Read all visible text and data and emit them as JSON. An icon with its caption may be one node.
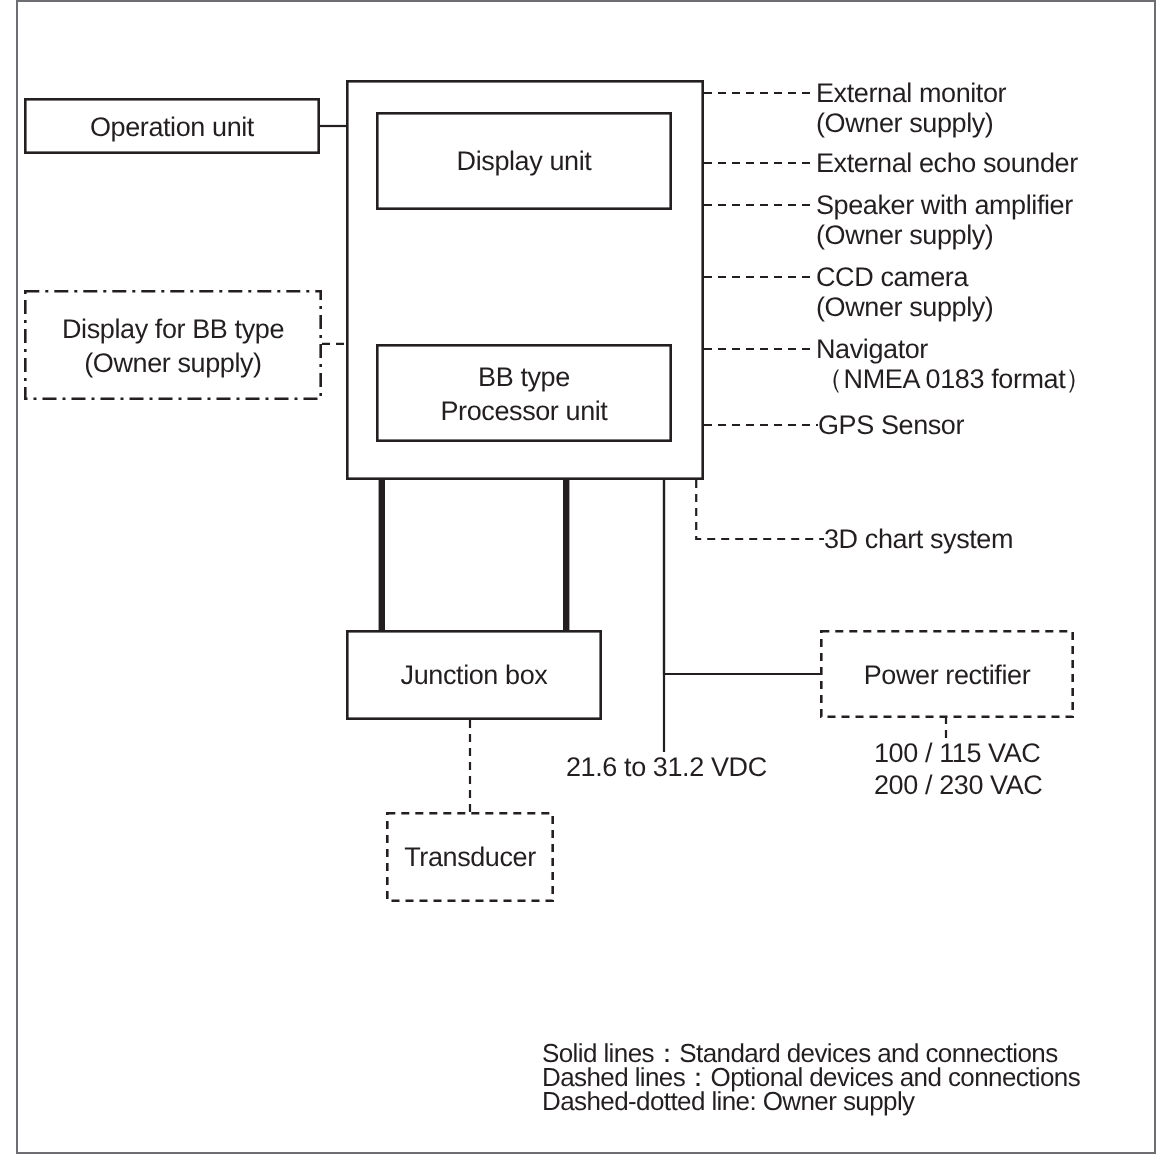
{
  "diagram": {
    "nodes": [
      {
        "text": [
          "Operation unit"
        ]
      },
      {
        "text": [],
        "shape": "box"
      },
      {
        "text": [
          "Display unit"
        ],
        "in": 1
      },
      {
        "text": [
          "BB type Processor unit"
        ],
        "in": 1
      },
      {
        "text": [
          "Display for BB type",
          "(Owner supply)"
        ]
      },
      {
        "text": [
          "External monitor",
          "(Owner supply)"
        ]
      },
      {
        "text": [
          "External echo sounder"
        ]
      },
      {
        "text": [
          "Speaker with amplifier",
          "(Owner supply)"
        ]
      },
      {
        "text": [
          "CCD camera",
          "(Owner supply)"
        ]
      },
      {
        "text": [
          "Navigator",
          "（NMEA 0183 format）"
        ]
      },
      {
        "text": [
          "GPS Sensor"
        ]
      },
      {
        "text": [
          "3D chart system"
        ]
      },
      {
        "text": [
          "Junction box"
        ]
      },
      {
        "text": [
          "Power rectifier"
        ]
      },
      {
        "text": [
          "21.6 to 31.2 VDC"
        ]
      },
      {
        "text": [
          "100 / 115 VAC",
          "200 / 230 VAC"
        ]
      },
      {
        "text": [
          "Transducer"
        ]
      }
    ],
    "edges": [
      {
        "from": 0,
        "to": 1,
        "arrow": "none"
      },
      {
        "from": 4,
        "to": 1,
        "arrow": "none",
        "style": "dashed"
      },
      {
        "from": 1,
        "to": 5,
        "arrow": "none",
        "style": "dashed"
      },
      {
        "from": 1,
        "to": 6,
        "arrow": "none",
        "style": "dashed"
      },
      {
        "from": 1,
        "to": 7,
        "arrow": "none",
        "style": "dashed"
      },
      {
        "from": 1,
        "to": 8,
        "arrow": "none",
        "style": "dashed"
      },
      {
        "from": 1,
        "to": 9,
        "arrow": "none",
        "style": "dashed"
      },
      {
        "from": 1,
        "to": 10,
        "arrow": "none",
        "style": "dashed"
      },
      {
        "from": 1,
        "to": 11,
        "arrow": "none",
        "style": "dashed"
      },
      {
        "from": 1,
        "to": 12,
        "arrow": "none",
        "style": "thick"
      },
      {
        "from": 1,
        "to": 12,
        "arrow": "none",
        "style": "thick"
      },
      {
        "from": 14,
        "to": 1,
        "arrow": "none"
      },
      {
        "from": 13,
        "to": 1,
        "arrow": "none"
      },
      {
        "from": 15,
        "to": 13,
        "arrow": "none",
        "style": "dashed"
      },
      {
        "from": 12,
        "to": 16,
        "arrow": "none",
        "style": "dashed"
      }
    ],
    "legend": [
      {
        "text": "Solid lines：Standard devices and connections"
      },
      {
        "text": "Dashed lines：Optional devices and connections"
      },
      {
        "text": "Dashed-dotted line: Owner supply"
      }
    ]
  }
}
